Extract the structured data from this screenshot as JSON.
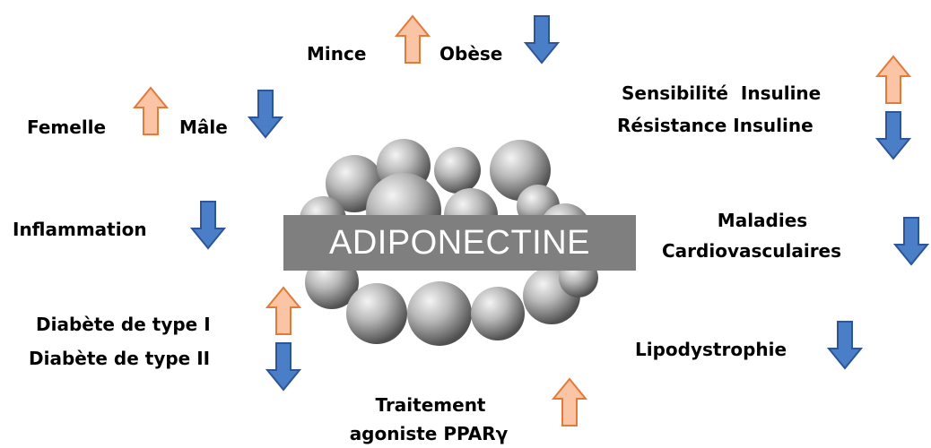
{
  "central": {
    "title": "ADIPONECTINE"
  },
  "factors": {
    "mince": "Mince",
    "obese": "Obèse",
    "femelle": "Femelle",
    "male": "Mâle",
    "sensibilite": "Sensibilité  Insuline",
    "resistance": "Résistance Insuline",
    "inflammation": "Inflammation",
    "maladies_1": "Maladies",
    "maladies_2": "Cardiovasculaires",
    "diabete_1": "Diabète de type I",
    "diabete_2": "Diabète de type II",
    "lipodystrophie": "Lipodystrophie",
    "traitement_1": "Traitement",
    "traitement_2": "agoniste PPARγ"
  },
  "colors": {
    "up_arrow": "#fbc4a4",
    "down_arrow": "#4a7ec7",
    "title_bar": "#7f7f7f"
  }
}
